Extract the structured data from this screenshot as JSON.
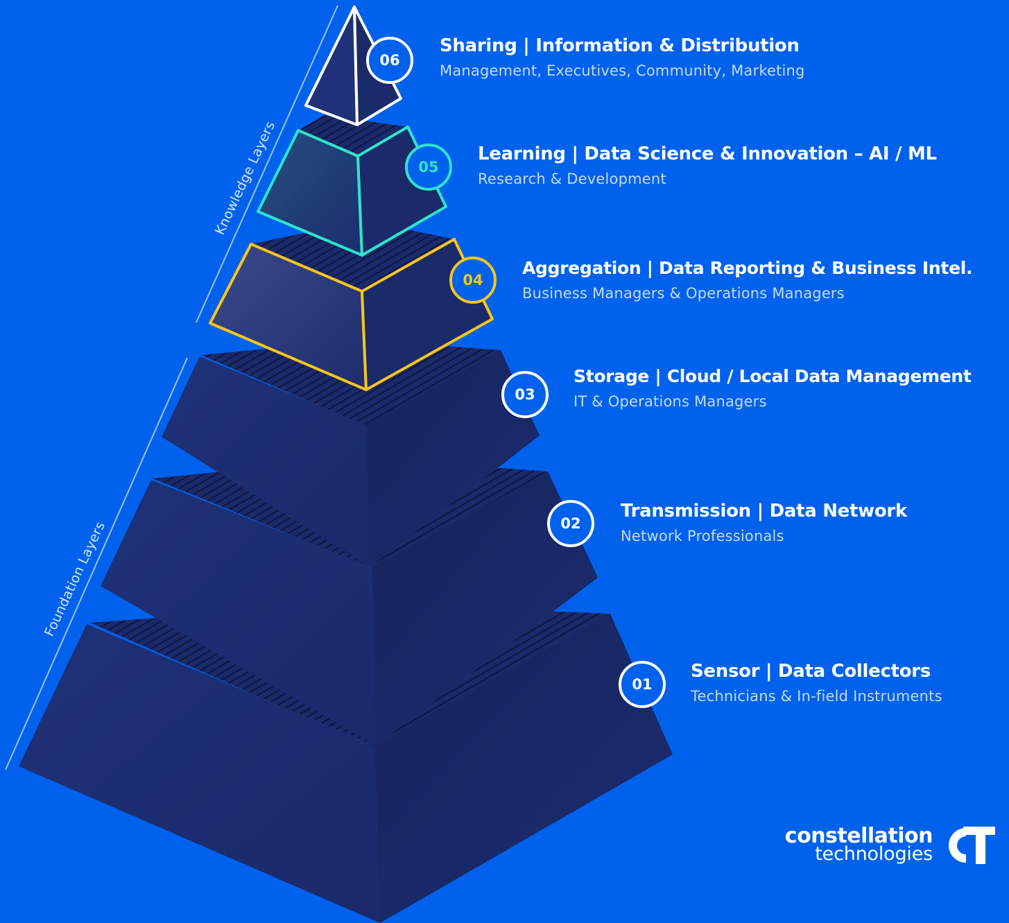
{
  "layers": [
    {
      "num": "01",
      "title": "Sensor | Data Collectors",
      "subtitle": "Technicians & In-field Instruments",
      "color": "#ffffff"
    },
    {
      "num": "02",
      "title": "Transmission | Data Network",
      "subtitle": "Network Professionals",
      "color": "#ffffff"
    },
    {
      "num": "03",
      "title": "Storage | Cloud / Local Data Management",
      "subtitle": "IT & Operations Managers",
      "color": "#ffffff"
    },
    {
      "num": "04",
      "title": "Aggregation | Data Reporting & Business Intel.",
      "subtitle": "Business Managers & Operations Managers",
      "color": "#f7c51e"
    },
    {
      "num": "05",
      "title": "Learning | Data Science & Innovation – AI / ML",
      "subtitle": "Research & Development",
      "color": "#2ee3cf"
    },
    {
      "num": "06",
      "title": "Sharing | Information & Distribution",
      "subtitle": "Management, Executives, Community, Marketing",
      "color": "#ffffff"
    }
  ],
  "groups": {
    "knowledge": "Knowledge Layers",
    "foundation": "Foundation Layers"
  },
  "brand": {
    "line1": "constellation",
    "line2": "technologies",
    "mark": "CT"
  },
  "colors": {
    "background": "#0062ec",
    "block": "#1a2a6b",
    "block_dark": "#15225a"
  }
}
